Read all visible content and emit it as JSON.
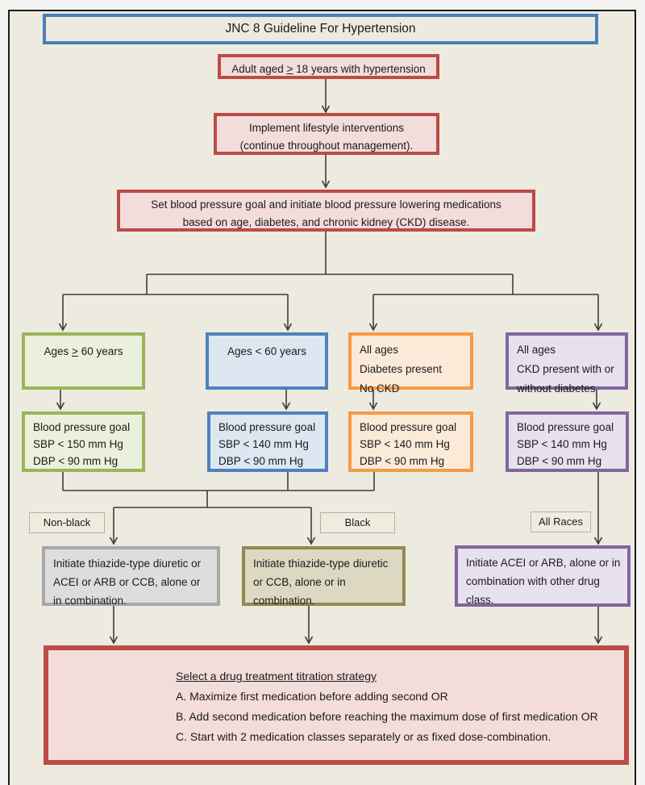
{
  "title": "JNC 8 Guideline For Hypertension",
  "flow": {
    "adult": {
      "pre": "Adult aged ",
      "symbol": ">",
      "post": " 18 years with hypertension"
    },
    "lifestyle": {
      "line1": "Implement lifestyle interventions",
      "line2": "(continue throughout management)."
    },
    "set_goal": {
      "line1": "Set blood pressure goal and initiate blood pressure lowering medications",
      "line2": "based on age, diabetes, and chronic kidney (CKD) disease."
    }
  },
  "branches": [
    {
      "pre": "Ages ",
      "symbol": ">",
      "post": " 60 years"
    },
    {
      "text": "Ages < 60 years"
    },
    {
      "lines": [
        "All ages",
        "Diabetes present",
        "No CKD"
      ]
    },
    {
      "lines": [
        "All ages",
        "CKD present with or",
        "without diabetes"
      ]
    }
  ],
  "goals": [
    {
      "lines": [
        "Blood pressure goal",
        "SBP < 150 mm Hg",
        "DBP < 90 mm Hg"
      ]
    },
    {
      "lines": [
        "Blood pressure goal",
        "SBP < 140 mm Hg",
        "DBP < 90 mm Hg"
      ]
    },
    {
      "lines": [
        "Blood pressure goal",
        "SBP < 140 mm Hg",
        "DBP < 90 mm Hg"
      ]
    },
    {
      "lines": [
        "Blood pressure goal",
        "SBP < 140 mm Hg",
        "DBP < 90 mm Hg"
      ]
    }
  ],
  "race_labels": {
    "non_black": "Non-black",
    "black": "Black",
    "all_races": "All Races"
  },
  "treatments": [
    {
      "text": "Initiate thiazide-type diuretic or ACEI or ARB or CCB, alone or in combination."
    },
    {
      "text": "Initiate thiazide-type diuretic or CCB, alone or in combination."
    },
    {
      "text": "Initiate ACEI or ARB, alone or in combination with other drug class."
    }
  ],
  "titration": {
    "heading": "Select a drug treatment titration strategy",
    "options": [
      "A. Maximize first medication before adding second OR",
      "B. Add second medication before reaching the maximum dose of first medication OR",
      "C. Start with 2 medication classes separately or as fixed dose-combination."
    ]
  },
  "colors": {
    "canvas_bg": "#edeadf",
    "frame": "#1c1c1c",
    "title_border": "#4a7ebb",
    "red_border": "#bd4b47",
    "red_fill": "#f3dddb",
    "green_border": "#9ab556",
    "green_fill": "#ebf0dc",
    "blue_border": "#4f81bd",
    "blue_fill": "#dde7f2",
    "orange_border": "#f59a47",
    "orange_fill": "#fcead8",
    "purple_border": "#8365a0",
    "purple_fill": "#e6e1ed",
    "gray_border": "#a8a8a8",
    "gray_fill": "#dddddd",
    "olive_border": "#93894f",
    "olive_fill": "#dcd8c1",
    "connector": "#3d3d3d"
  }
}
